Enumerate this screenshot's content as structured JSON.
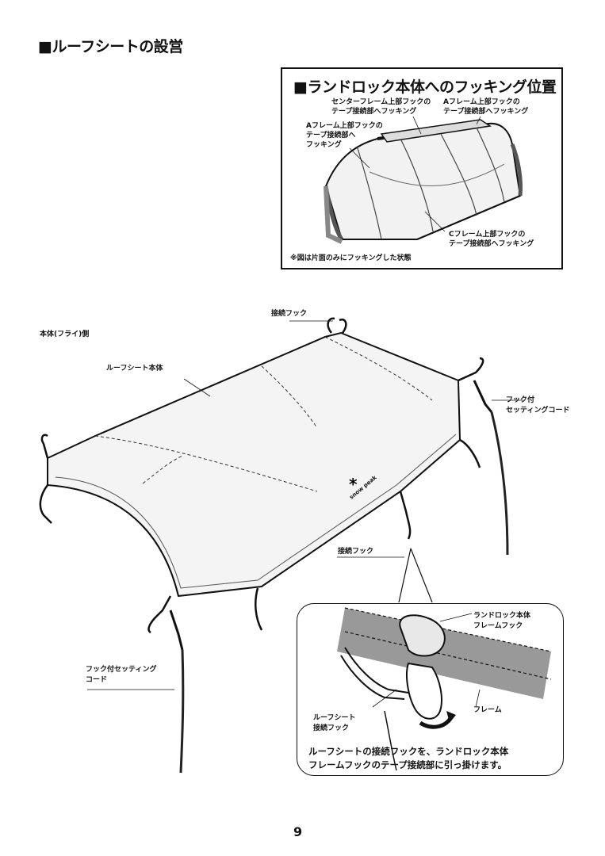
{
  "section_title": "■ルーフシートの設営",
  "inset": {
    "title": "■ランドロック本体へのフッキング位置",
    "label_center": [
      "センターフレーム上部フックの",
      "テープ接続部へフッキング"
    ],
    "label_a_right": [
      "Aフレーム上部フックの",
      "テープ接続部へフッキング"
    ],
    "label_a_left": [
      "Aフレーム上部フックの",
      "テープ接続部へ",
      "フッキング"
    ],
    "label_c": [
      "Cフレーム上部フックの",
      "テープ接続部へフッキング"
    ],
    "note": "※図は片面のみにフッキングした状態"
  },
  "main": {
    "label_body_side": "本体(フライ)側",
    "label_roof_sheet": "ルーフシート本体",
    "label_hook_top": "接続フック",
    "label_hook_mid": "接続フック",
    "label_cord_right": [
      "フック付",
      "セッティングコード"
    ],
    "label_cord_left": [
      "フック付セッティング",
      "コード"
    ],
    "brand": "snow peak"
  },
  "detail": {
    "label_frame_hook": [
      "ランドロック本体",
      "フレームフック"
    ],
    "label_frame": "フレーム",
    "label_roof_hook": [
      "ルーフシート",
      "接続フック"
    ],
    "caption": [
      "ルーフシートの接続フックを、ランドロック本体",
      "フレームフックのテープ接続部に引っ掛けます。"
    ]
  },
  "page_number": "9"
}
